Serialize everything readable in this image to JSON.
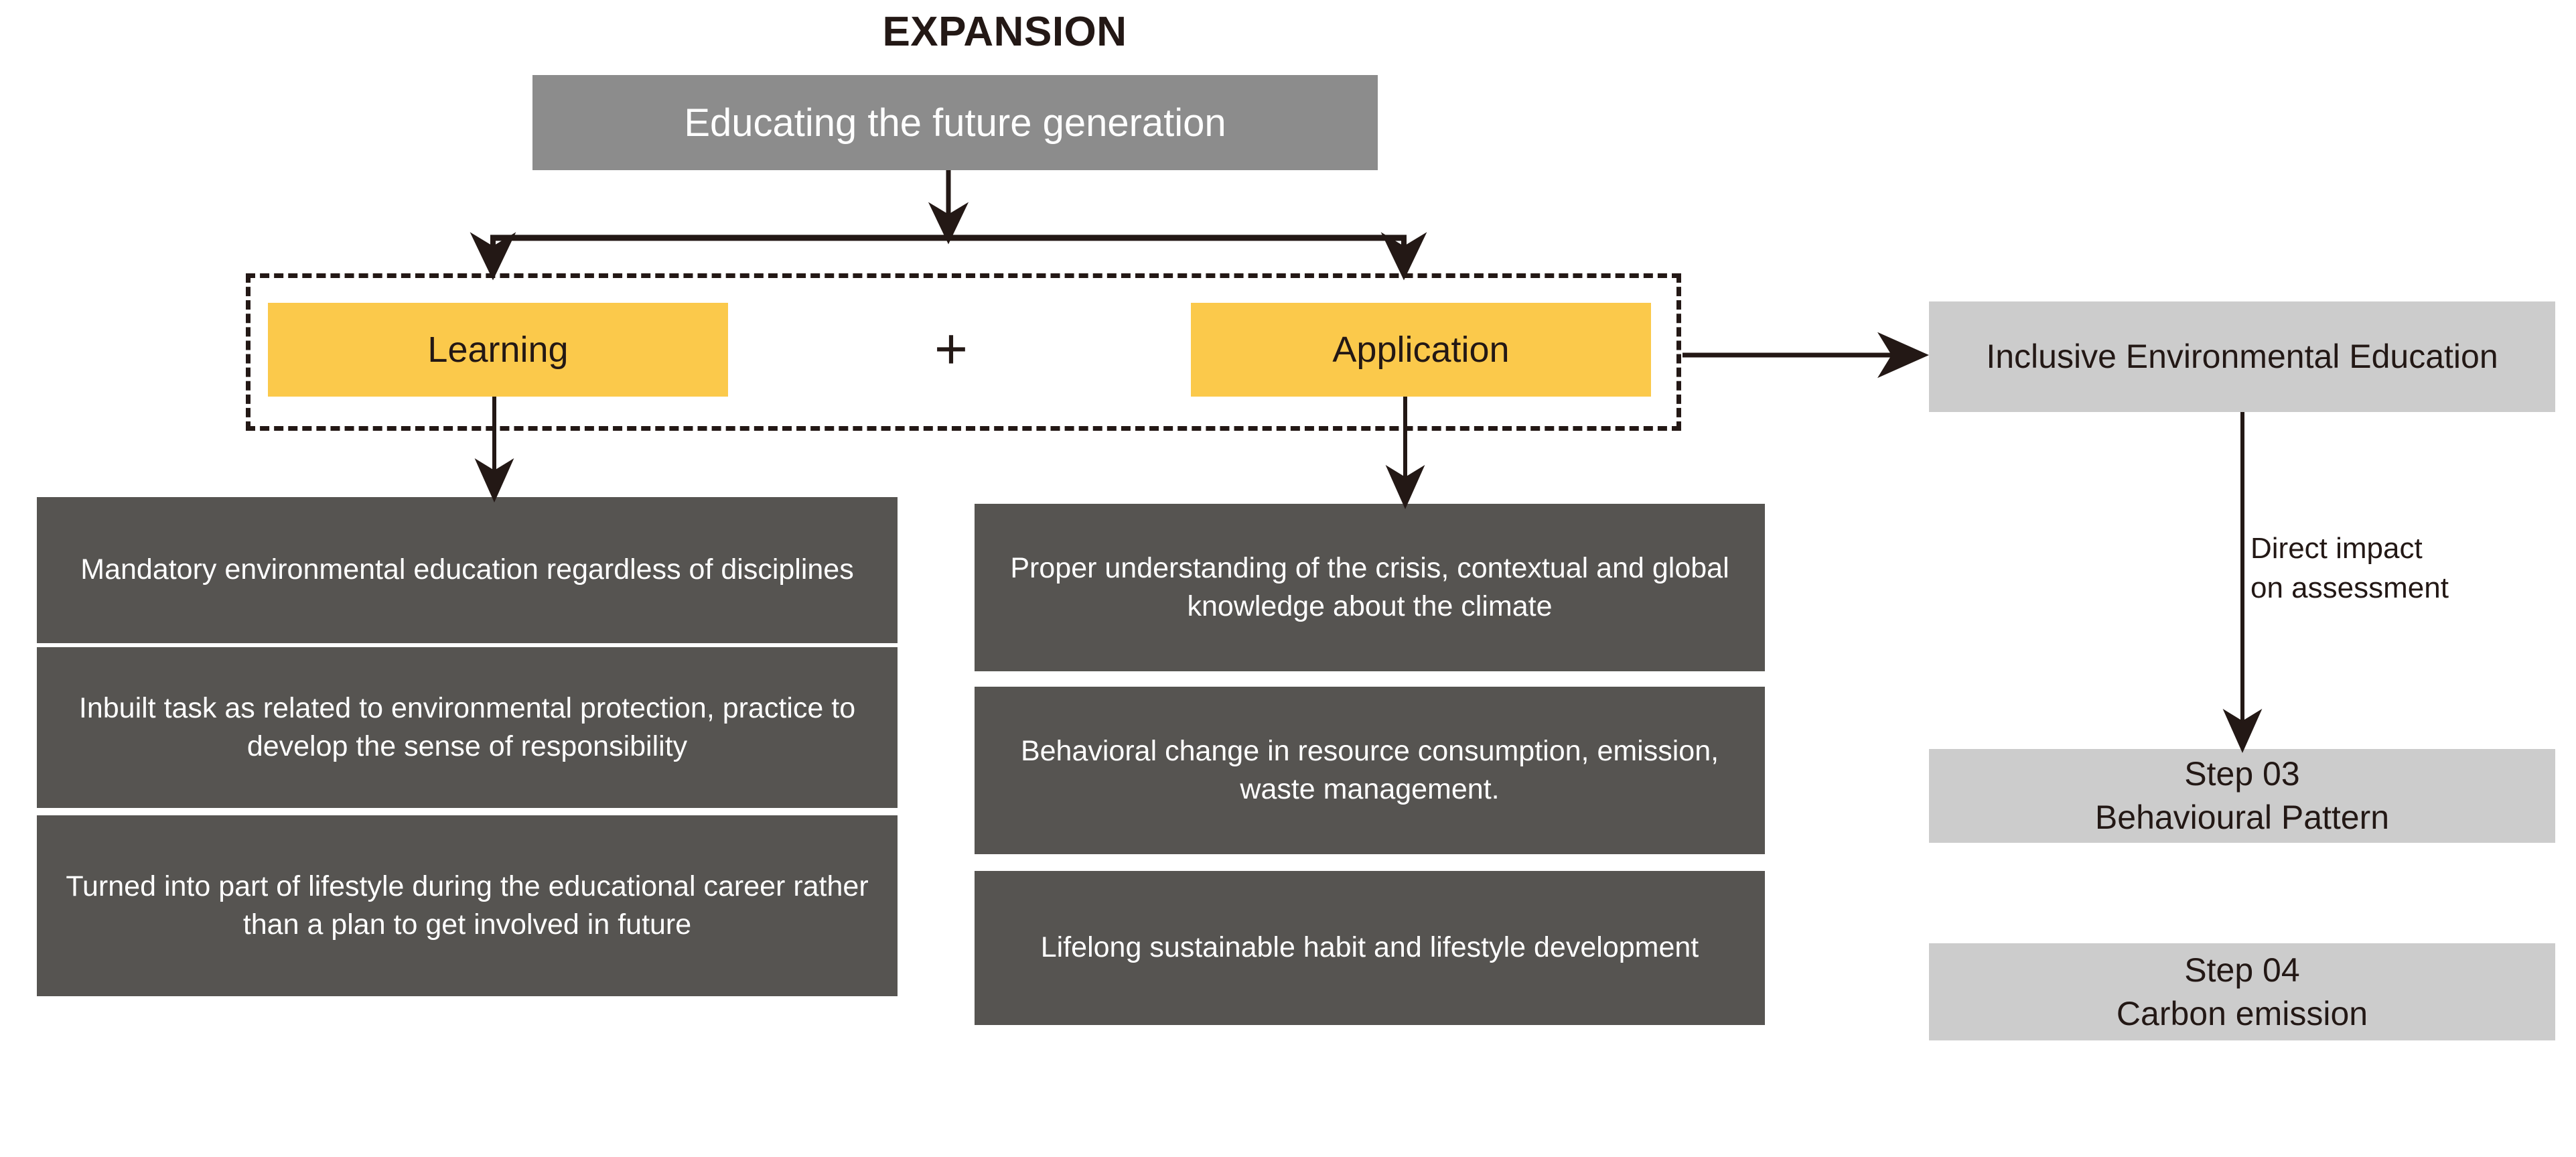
{
  "title": "EXPANSION",
  "top_box": {
    "label": "Educating the future generation",
    "color": "#8c8c8c"
  },
  "dashed_group": {
    "operator": "+",
    "items": [
      {
        "label": "Learning",
        "color": "#FBC94B"
      },
      {
        "label": "Application",
        "color": "#FBC94B"
      }
    ]
  },
  "columns": {
    "learning_outcomes": {
      "color": "#565451",
      "items": [
        "Mandatory environmental education regardless of disciplines",
        "Inbuilt task as related to environmental protection, practice to develop the sense of responsibility",
        "Turned into part of lifestyle during the educational career rather than a plan to get involved in future"
      ]
    },
    "application_outcomes": {
      "color": "#565451",
      "items": [
        "Proper understanding of the crisis, contextual and global knowledge about the climate",
        "Behavioral change in resource consumption, emission, waste management.",
        "Lifelong sustainable habit and lifestyle development"
      ]
    },
    "steps": {
      "color": "#CCCCCC",
      "items": [
        "Inclusive  Environmental Education",
        "Step 03\nBehavioural Pattern",
        "Step 04\nCarbon emission"
      ]
    }
  },
  "edge_labels": {
    "direct_impact": "Direct impact\non assessment"
  },
  "colors": {
    "background": "#ffffff",
    "ink": "#231815",
    "header_grey": "#8c8c8c",
    "dark_grey": "#565451",
    "light_grey": "#CCCCCC",
    "accent_yellow": "#FBC94B"
  }
}
